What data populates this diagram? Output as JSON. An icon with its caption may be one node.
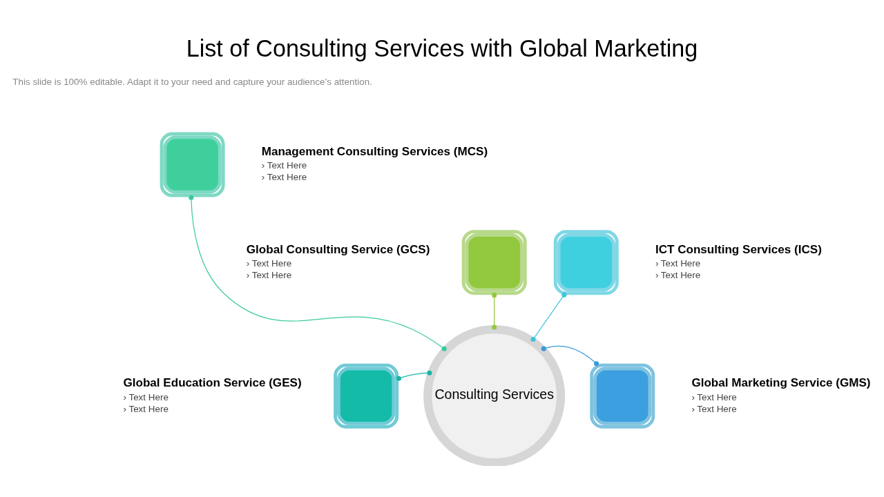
{
  "diagram": {
    "title": "List of Consulting Services with Global Marketing",
    "nodes": [
      {
        "text": [],
        "shape": "box",
        "beside": [
          "Management Consulting Services (MCS)",
          "› Text Here",
          "› Text Here"
        ]
      },
      {
        "text": [],
        "shape": "box",
        "beside": [
          "Global Consulting Service (GCS)",
          "› Text Here",
          "› Text Here"
        ]
      },
      {
        "text": [],
        "shape": "box",
        "beside": [
          "ICT Consulting Services (ICS)",
          "› Text Here",
          "› Text Here"
        ]
      },
      {
        "text": [
          "Consulting Services"
        ]
      },
      {
        "text": [],
        "shape": "box",
        "beside": [
          "Global Education Service (GES)",
          "› Text Here",
          "› Text Here"
        ]
      },
      {
        "text": [],
        "shape": "box",
        "beside": [
          "Global Marketing Service (GMS)",
          "› Text Here",
          "› Text Here"
        ]
      }
    ],
    "edges": [
      {
        "from": 0,
        "to": 3,
        "arrow": "other",
        "color": "#3cc9a0"
      },
      {
        "from": 1,
        "to": 3,
        "arrow": "other",
        "color": "#92c83e"
      },
      {
        "from": 2,
        "to": 3,
        "arrow": "other",
        "color": "#40c4d8"
      },
      {
        "from": 4,
        "to": 3,
        "arrow": "other",
        "color": "#1bb5a5"
      },
      {
        "from": 5,
        "to": 3,
        "arrow": "other",
        "color": "#3a9ad9"
      }
    ],
    "labels": [
      "This slide is 100% editable. Adapt it to your need and capture your audience’s attention."
    ]
  }
}
